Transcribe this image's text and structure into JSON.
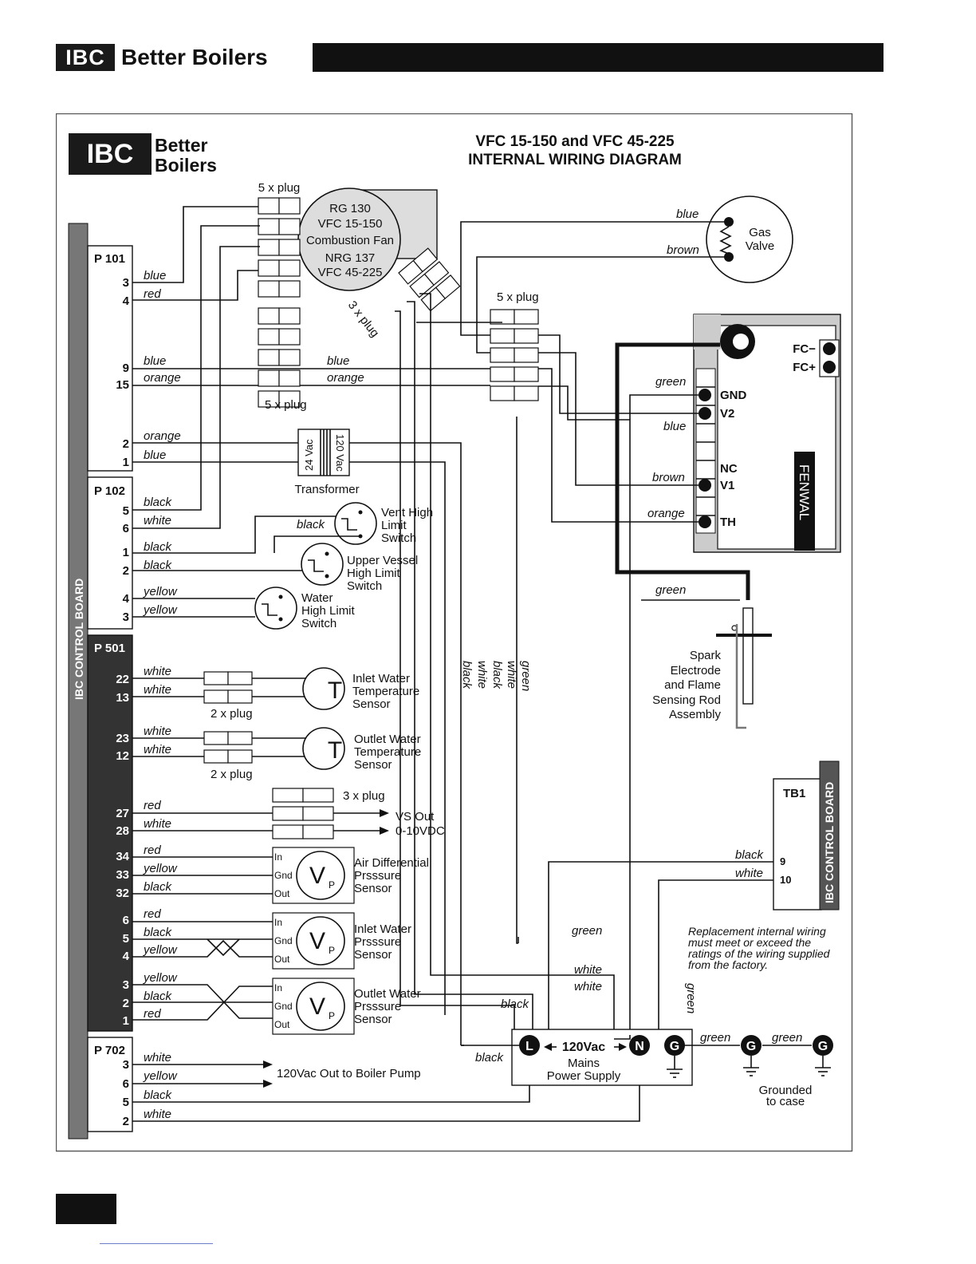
{
  "header": {
    "logo_abbr": "IBC",
    "logo_name": "Better Boilers"
  },
  "diagram": {
    "brand_abbr": "IBC",
    "brand_line1": "Better",
    "brand_line2": "Boilers",
    "title_line1": "VFC 15-150 and VFC 45-225",
    "title_line2": "INTERNAL WIRING DIAGRAM",
    "control_board_label": "IBC CONTROL BOARD",
    "connectors": {
      "p101": {
        "name": "P 101",
        "pins": [
          "3",
          "4",
          "9",
          "15",
          "2",
          "1"
        ],
        "wires": [
          "blue",
          "red",
          "blue",
          "orange",
          "orange",
          "blue"
        ]
      },
      "p102": {
        "name": "P 102",
        "pins": [
          "5",
          "6",
          "1",
          "2",
          "4",
          "3"
        ],
        "wires": [
          "black",
          "white",
          "black",
          "black",
          "yellow",
          "yellow"
        ]
      },
      "p501": {
        "name": "P 501",
        "pins": [
          "22",
          "13",
          "23",
          "12",
          "27",
          "28",
          "34",
          "33",
          "32",
          "6",
          "5",
          "4",
          "3",
          "2",
          "1"
        ],
        "wires": [
          "white",
          "white",
          "white",
          "white",
          "red",
          "white",
          "red",
          "yellow",
          "black",
          "red",
          "black",
          "yellow",
          "yellow",
          "black",
          "red"
        ]
      },
      "p702": {
        "name": "P 702",
        "pins": [
          "3",
          "6",
          "5",
          "2"
        ],
        "wires": [
          "white",
          "yellow",
          "black",
          "white"
        ]
      }
    },
    "fan": {
      "plug": "5 x plug",
      "line1": "RG 130",
      "line2": "VFC 15-150",
      "line3": "Combustion Fan",
      "line4": "NRG 137",
      "line5": "VFC 45-225",
      "plug3": "3 x plug"
    },
    "mid_plug": {
      "label": "5 x plug",
      "wire_blue": "blue",
      "wire_orange": "orange"
    },
    "transformer": {
      "name": "Transformer",
      "primary": "24 Vac",
      "secondary": "120 Vac"
    },
    "switches": {
      "vent": {
        "lines": [
          "Vent High",
          "Limit",
          "Switch"
        ],
        "wire": "black"
      },
      "upper": {
        "lines": [
          "Upper Vessel",
          "High Limit",
          "Switch"
        ]
      },
      "water": {
        "lines": [
          "Water",
          "High Limit",
          "Switch"
        ]
      }
    },
    "sensors": {
      "inlet_temp": {
        "symbol": "T",
        "plug": "2 x plug",
        "lines": [
          "Inlet Water",
          "Temperature",
          "Sensor"
        ]
      },
      "outlet_temp": {
        "symbol": "T",
        "plug": "2 x plug",
        "lines": [
          "Outlet Water",
          "Temperature",
          "Sensor"
        ]
      },
      "vs": {
        "plug": "3 x plug",
        "line1": "VS Out",
        "line2": "0-10VDC"
      },
      "air_diff": {
        "symbol": "V",
        "sub": "P",
        "lines": [
          "Air Differential",
          "Prsssure",
          "Sensor"
        ]
      },
      "inlet_press": {
        "symbol": "V",
        "sub": "P",
        "lines": [
          "Inlet Water",
          "Prsssure",
          "Sensor"
        ]
      },
      "outlet_press": {
        "symbol": "V",
        "sub": "P",
        "lines": [
          "Outlet Water",
          "Prsssure",
          "Sensor"
        ]
      },
      "vp_pins": [
        "In",
        "Gnd",
        "Out"
      ]
    },
    "gas_valve": {
      "line1": "Gas",
      "line2": "Valve",
      "wire_blue": "blue",
      "wire_brown": "brown"
    },
    "right_plug": "5 x plug",
    "fenwal": {
      "name": "FENWAL",
      "fc_minus": "FC−",
      "fc_plus": "FC+",
      "gnd": "GND",
      "v2": "V2",
      "nc": "NC",
      "v1": "V1",
      "th": "TH",
      "wires": {
        "green": "green",
        "blue": "blue",
        "brown": "brown",
        "orange": "orange",
        "green2": "green"
      }
    },
    "spark": {
      "lines": [
        "Spark",
        "Electrode",
        "and Flame",
        "Sensing Rod",
        "Assembly"
      ]
    },
    "vertical_wires": [
      "black",
      "white",
      "black",
      "white",
      "green"
    ],
    "tb1": {
      "name": "TB1",
      "pin9": "9",
      "pin10": "10",
      "wire9": "black",
      "wire10": "white",
      "board": "IBC CONTROL BOARD"
    },
    "mains": {
      "l": "L",
      "n": "N",
      "g": "G",
      "voltage": "120Vac",
      "line1": "Mains",
      "line2": "Power Supply",
      "wires": {
        "green1": "green",
        "white1": "white",
        "white2": "white",
        "black1": "black",
        "black2": "black",
        "green_v": "green",
        "green_g1": "green",
        "green_g2": "green"
      }
    },
    "grounded": {
      "g": "G",
      "line1": "Grounded",
      "line2": "to case"
    },
    "pump_out": "120Vac Out to Boiler Pump",
    "note": [
      "Replacement internal wiring",
      "must meet or exceed the",
      "ratings of the wiring supplied",
      "from the factory."
    ]
  }
}
